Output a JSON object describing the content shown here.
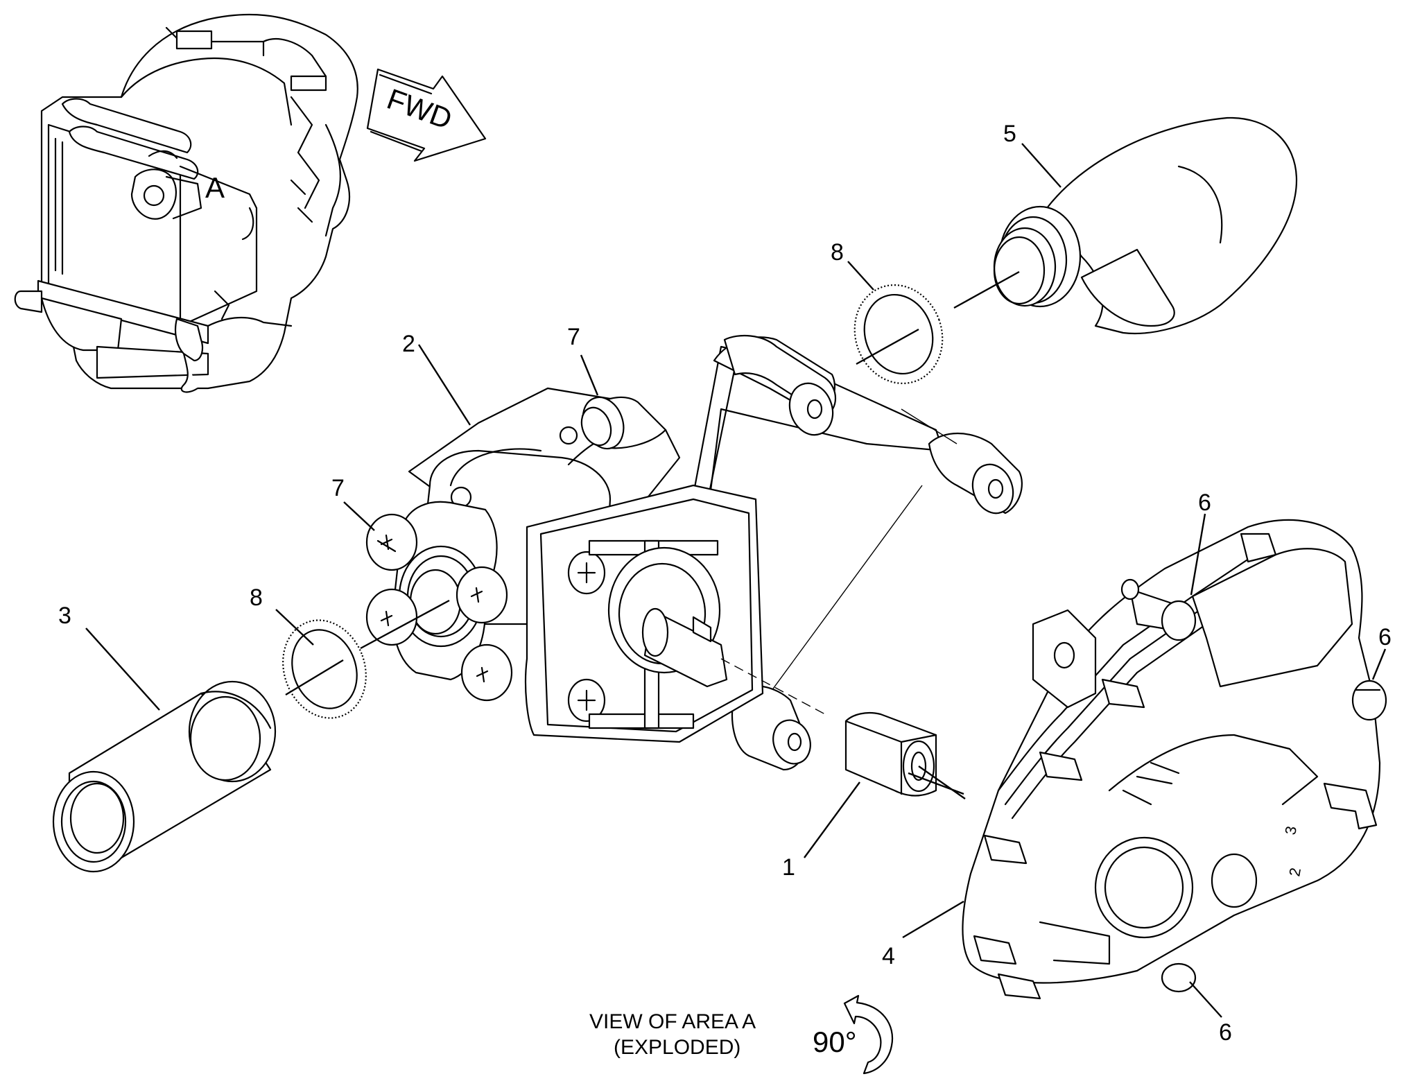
{
  "diagram": {
    "locator_label": "A",
    "direction_arrow": "FWD",
    "callouts": [
      "1",
      "2",
      "3",
      "4",
      "5",
      "6",
      "7",
      "8"
    ],
    "caption": {
      "line1": "VIEW OF AREA  A",
      "line2": "(EXPLODED)"
    },
    "rotation": "90°"
  }
}
